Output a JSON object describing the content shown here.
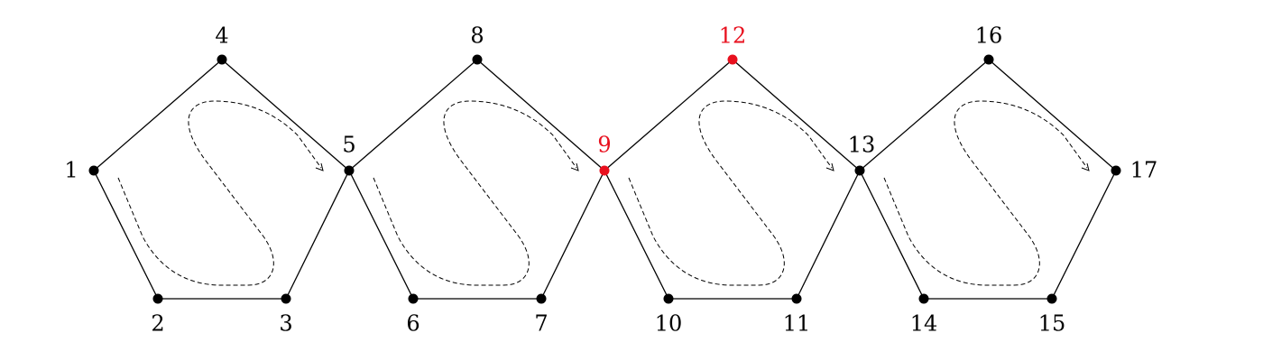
{
  "diagram": {
    "nodes": [
      {
        "id": "1",
        "label": "1",
        "highlighted": false
      },
      {
        "id": "2",
        "label": "2",
        "highlighted": false
      },
      {
        "id": "3",
        "label": "3",
        "highlighted": false
      },
      {
        "id": "4",
        "label": "4",
        "highlighted": false
      },
      {
        "id": "5",
        "label": "5",
        "highlighted": false
      },
      {
        "id": "6",
        "label": "6",
        "highlighted": false
      },
      {
        "id": "7",
        "label": "7",
        "highlighted": false
      },
      {
        "id": "8",
        "label": "8",
        "highlighted": false
      },
      {
        "id": "9",
        "label": "9",
        "highlighted": true
      },
      {
        "id": "10",
        "label": "10",
        "highlighted": false
      },
      {
        "id": "11",
        "label": "11",
        "highlighted": false
      },
      {
        "id": "12",
        "label": "12",
        "highlighted": true
      },
      {
        "id": "13",
        "label": "13",
        "highlighted": false
      },
      {
        "id": "14",
        "label": "14",
        "highlighted": false
      },
      {
        "id": "15",
        "label": "15",
        "highlighted": false
      },
      {
        "id": "16",
        "label": "16",
        "highlighted": false
      },
      {
        "id": "17",
        "label": "17",
        "highlighted": false
      }
    ],
    "edges": [
      [
        "1",
        "2"
      ],
      [
        "2",
        "3"
      ],
      [
        "3",
        "5"
      ],
      [
        "5",
        "4"
      ],
      [
        "4",
        "1"
      ],
      [
        "5",
        "6"
      ],
      [
        "6",
        "7"
      ],
      [
        "7",
        "9"
      ],
      [
        "9",
        "8"
      ],
      [
        "8",
        "5"
      ],
      [
        "9",
        "10"
      ],
      [
        "10",
        "11"
      ],
      [
        "11",
        "13"
      ],
      [
        "13",
        "12"
      ],
      [
        "12",
        "9"
      ],
      [
        "13",
        "14"
      ],
      [
        "14",
        "15"
      ],
      [
        "15",
        "17"
      ],
      [
        "17",
        "16"
      ],
      [
        "16",
        "13"
      ]
    ],
    "pentagons": [
      {
        "id": "pentagon-1",
        "nodes": [
          "1",
          "2",
          "3",
          "5",
          "4"
        ]
      },
      {
        "id": "pentagon-2",
        "nodes": [
          "5",
          "6",
          "7",
          "9",
          "8"
        ]
      },
      {
        "id": "pentagon-3",
        "nodes": [
          "9",
          "10",
          "11",
          "13",
          "12"
        ]
      },
      {
        "id": "pentagon-4",
        "nodes": [
          "13",
          "14",
          "15",
          "17",
          "16"
        ]
      }
    ],
    "colors": {
      "node": "#000000",
      "highlight": "#e8101e",
      "edge": "#000000",
      "walk": "#000000"
    }
  }
}
